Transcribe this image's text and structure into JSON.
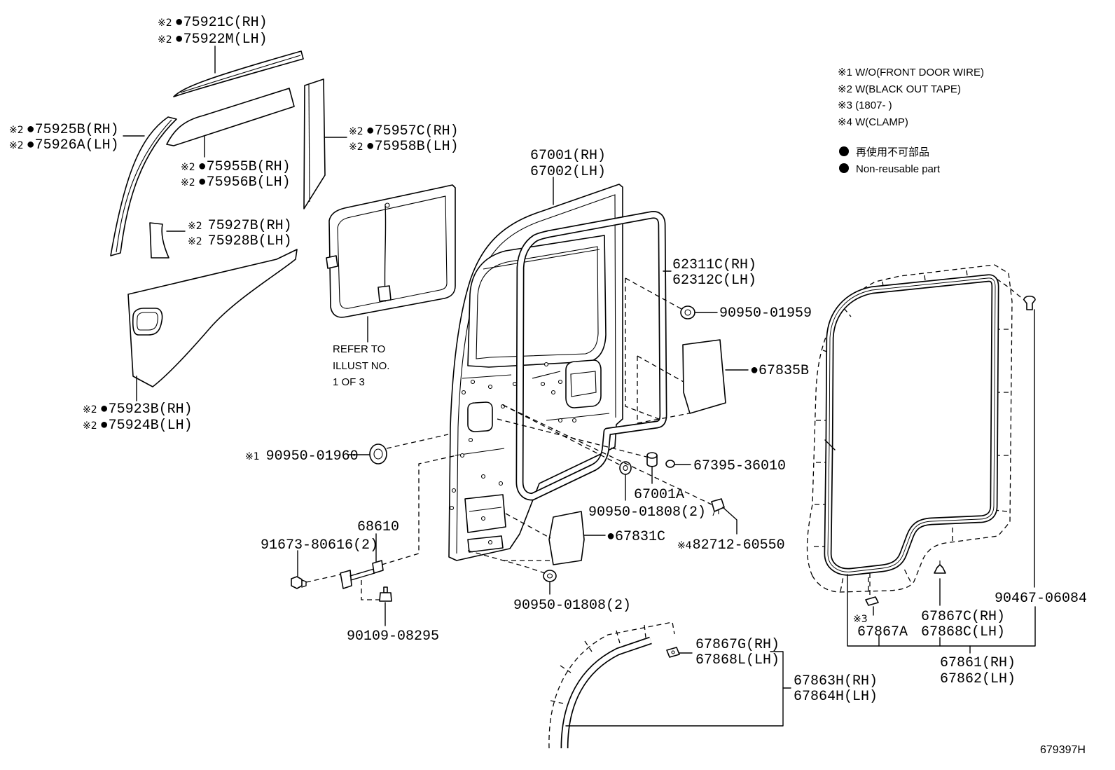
{
  "legend": {
    "note1": "※1 W/O(FRONT DOOR WIRE)",
    "note2": "※2 W(BLACK OUT TAPE)",
    "note3": "※3 (1807-      )",
    "note4": "※4 W(CLAMP)",
    "non_reusable_jp": "再使用不可部品",
    "non_reusable_en": "Non-reusable part"
  },
  "refer": {
    "line1": "REFER TO",
    "line2": "ILLUST NO.",
    "line3": "1 OF 3"
  },
  "parts": {
    "p75921C": {
      "note": "※2",
      "code": "●75921C(RH)"
    },
    "p75922M": {
      "note": "※2",
      "code": "●75922M(LH)"
    },
    "p75925B": {
      "note": "※2",
      "code": "●75925B(RH)"
    },
    "p75926A": {
      "note": "※2",
      "code": "●75926A(LH)"
    },
    "p75955B": {
      "note": "※2",
      "code": "●75955B(RH)"
    },
    "p75956B": {
      "note": "※2",
      "code": "●75956B(LH)"
    },
    "p75957C": {
      "note": "※2",
      "code": "●75957C(RH)"
    },
    "p75958B": {
      "note": "※2",
      "code": "●75958B(LH)"
    },
    "p75927B": {
      "note": "※2",
      "code": "75927B(RH)"
    },
    "p75928B": {
      "note": "※2",
      "code": "75928B(LH)"
    },
    "p75923B": {
      "note": "※2",
      "code": "●75923B(RH)"
    },
    "p75924B": {
      "note": "※2",
      "code": "●75924B(LH)"
    },
    "p67001": {
      "code": "67001(RH)"
    },
    "p67002": {
      "code": "67002(LH)"
    },
    "p62311C": {
      "code": "62311C(RH)"
    },
    "p62312C": {
      "code": "62312C(LH)"
    },
    "p9095001959": {
      "code": "90950-01959"
    },
    "p67835B": {
      "code": "●67835B"
    },
    "p9095001960": {
      "note": "※1",
      "code": "90950-01960"
    },
    "p6739536010": {
      "code": "67395-36010"
    },
    "p67001A": {
      "code": "67001A"
    },
    "p9095001808a": {
      "code": "90950-01808(2)"
    },
    "p68610": {
      "code": "68610"
    },
    "p67831C": {
      "code": "●67831C"
    },
    "p9167380616": {
      "code": "91673-80616(2)"
    },
    "p8271260550": {
      "note": "※4",
      "code": "82712-60550"
    },
    "p9095001808b": {
      "code": "90950-01808(2)"
    },
    "p9010908295": {
      "code": "90109-08295"
    },
    "p9046706084": {
      "code": "90467-06084"
    },
    "p67867A": {
      "note": "※3",
      "code": "67867A"
    },
    "p67867C": {
      "code": "67867C(RH)"
    },
    "p67868C": {
      "code": "67868C(LH)"
    },
    "p67867G": {
      "code": "67867G(RH)"
    },
    "p67868L": {
      "code": "67868L(LH)"
    },
    "p67861": {
      "code": "67861(RH)"
    },
    "p67862": {
      "code": "67862(LH)"
    },
    "p67863H": {
      "code": "67863H(RH)"
    },
    "p67864H": {
      "code": "67864H(LH)"
    }
  },
  "figure_id": "679397H"
}
